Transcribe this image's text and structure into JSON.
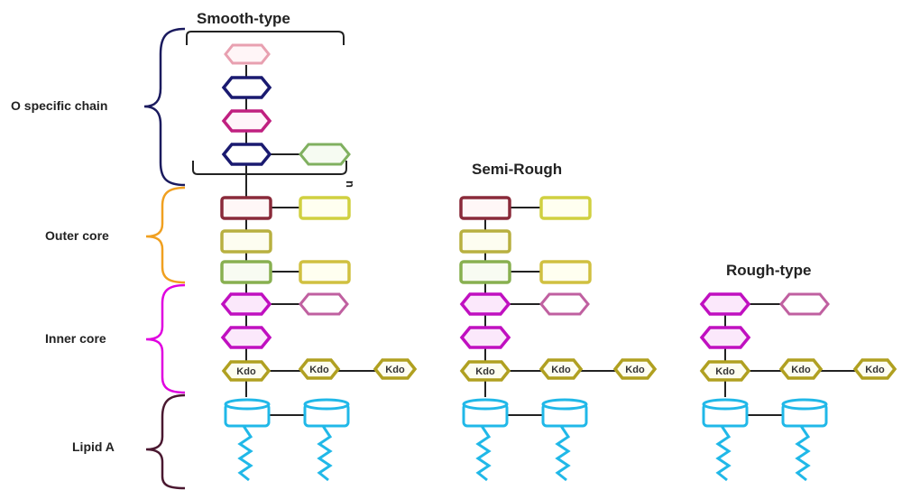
{
  "regions": {
    "o_chain": "O specific chain",
    "outer_core": "Outer core",
    "inner_core": "Inner core",
    "lipid_a": "Lipid A"
  },
  "structures": {
    "smooth": "Smooth-type",
    "semi_rough": "Semi-Rough",
    "rough": "Rough-type"
  },
  "repeat_label": "n",
  "kdo_label": "Kdo",
  "colors": {
    "o_chain_brace": "#1a1a5e",
    "outer_core_brace": "#f0a020",
    "inner_core_brace": "#e000e0",
    "lipid_a_brace": "#4a1830",
    "heptose_magenta": "#c010c0",
    "kdo_olive": "#b0a020",
    "lipid_cyan": "#20b8e8",
    "outer_yellow_green": "#d0d040"
  }
}
